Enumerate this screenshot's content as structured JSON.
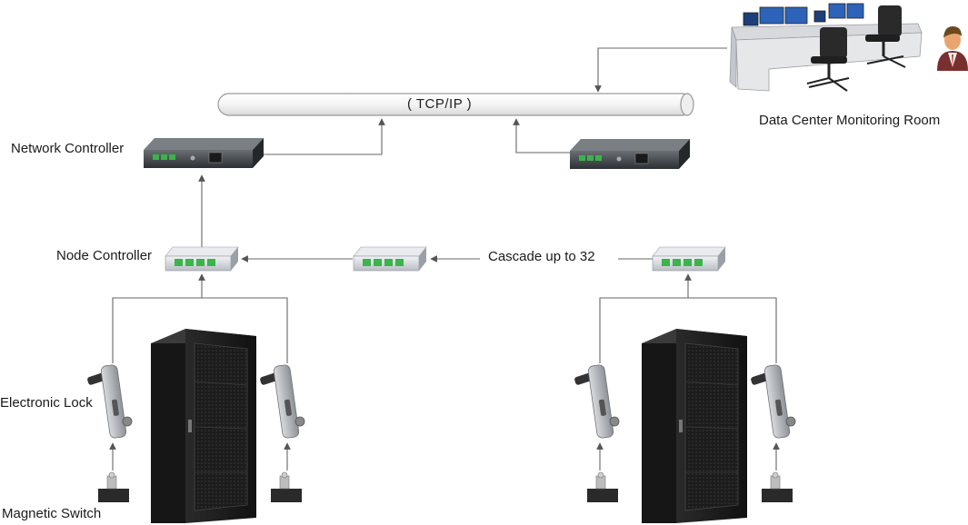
{
  "diagram": {
    "bus_label": "( TCP/IP )",
    "labels": {
      "monitoring_room": "Data Center Monitoring Room",
      "network_controller": "Network Controller",
      "node_controller": "Node Controller",
      "cascade": "Cascade up to 32",
      "electronic_lock": "Electronic Lock",
      "magnetic_switch": "Magnetic Switch"
    }
  }
}
